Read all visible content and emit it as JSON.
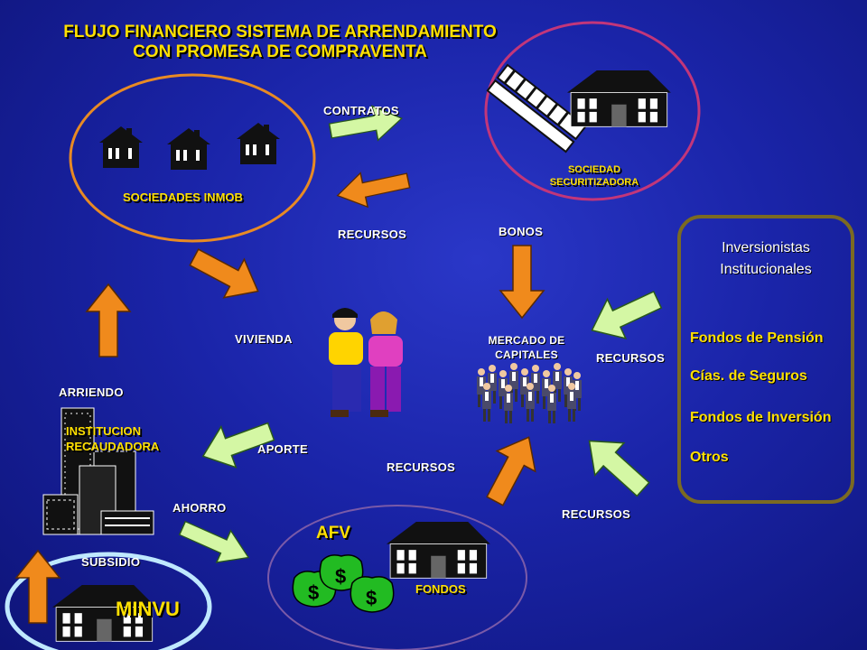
{
  "title": {
    "line1": "FLUJO FINANCIERO SISTEMA DE ARRENDAMIENTO",
    "line2": "CON PROMESA DE COMPRAVENTA"
  },
  "nodes": {
    "sociedades": "SOCIEDADES INMOB",
    "securitizadora_line1": "SOCIEDAD",
    "securitizadora_line2": "SECURITIZADORA",
    "mercado_line1": "MERCADO DE",
    "mercado_line2": "CAPITALES",
    "institucion_line1": "INSTITUCION",
    "institucion_line2": "RECAUDADORA",
    "afv": "AFV",
    "fondos": "FONDOS",
    "minvu": "MINVU"
  },
  "flows": {
    "contratos": "CONTRATOS",
    "recursos_top": "RECURSOS",
    "bonos": "BONOS",
    "vivienda": "VIVIENDA",
    "recursos_inv": "RECURSOS",
    "arriendo": "ARRIENDO",
    "aporte": "APORTE",
    "recursos_mid": "RECURSOS",
    "ahorro": "AHORRO",
    "recursos_bottom": "RECURSOS",
    "subsidio": "SUBSIDIO"
  },
  "investors": {
    "heading_line1": "Inversionistas",
    "heading_line2": "Institucionales",
    "items": [
      "Fondos de  Pensión",
      "Cías. de Seguros",
      "Fondos de Inversión",
      "Otros"
    ]
  },
  "colors": {
    "background": "#1a24a8",
    "title": "#ffe000",
    "orange_arrow": "#f08a1c",
    "green_arrow": "#d4f7a4",
    "ellipse_orange": "#e88a24",
    "ellipse_magenta": "#c2367a",
    "ellipse_purple": "#7a5aa8",
    "ellipse_cyan": "#bfe8ff"
  }
}
